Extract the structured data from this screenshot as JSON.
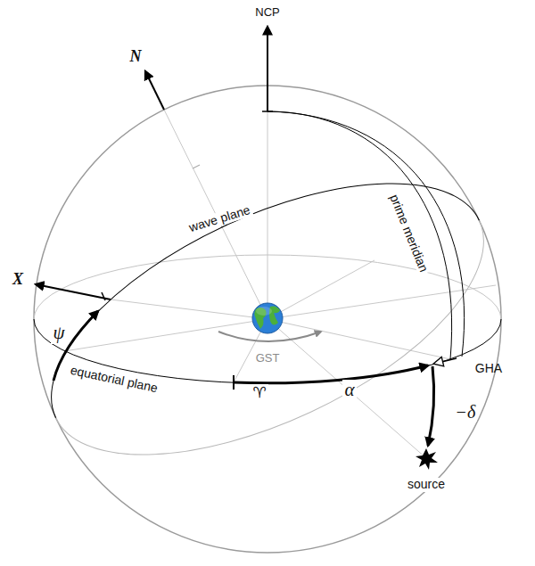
{
  "diagram": {
    "labels": [
      "NCP",
      "N",
      "wave plane",
      "prime meridian",
      "X",
      "ψ",
      "equatorial plane",
      "GST",
      "♈",
      "α",
      "GHA",
      "−δ",
      "source"
    ]
  }
}
